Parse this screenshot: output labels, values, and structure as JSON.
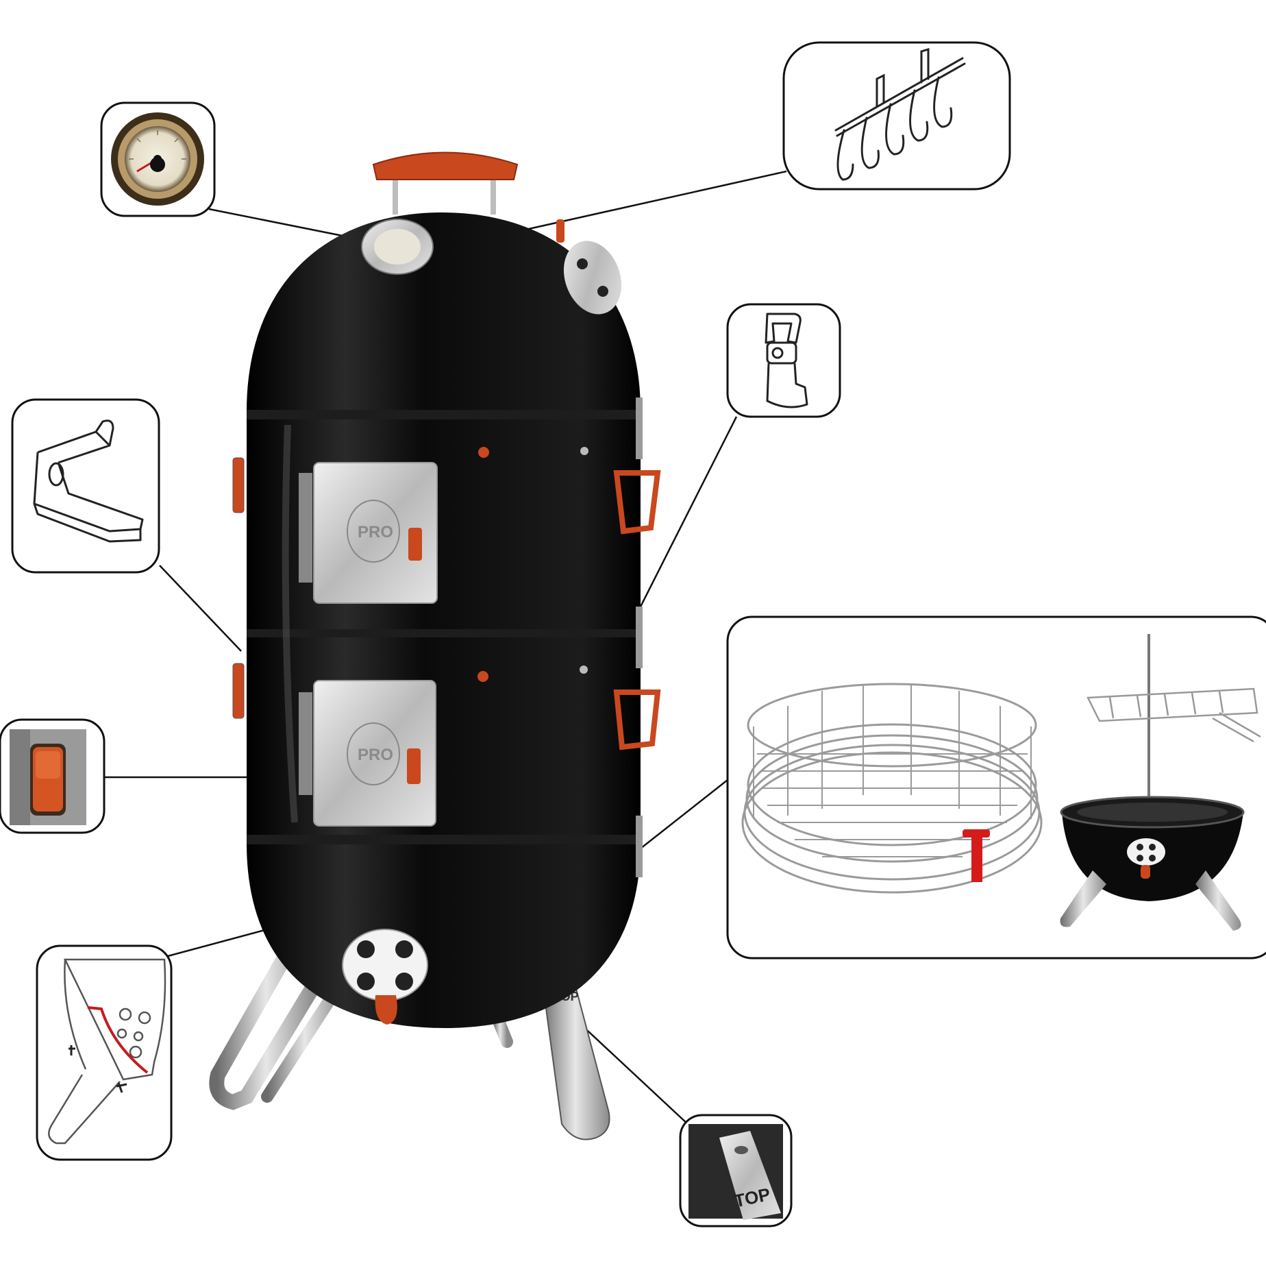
{
  "product": {
    "name": "",
    "badge_text": "PRO",
    "leg_stamp": "TOP",
    "colors": {
      "body": "#0b0b0b",
      "accent_orange": "#c9481e",
      "steel": "#c8c8c8",
      "outline": "#111111"
    }
  },
  "callouts": [
    {
      "id": "thermometer",
      "icon": "thermometer-icon"
    },
    {
      "id": "hook-rack",
      "icon": "hook-rack-icon"
    },
    {
      "id": "bracket",
      "icon": "bracket-icon"
    },
    {
      "id": "latch",
      "icon": "latch-icon"
    },
    {
      "id": "door-handle",
      "icon": "door-handle-icon"
    },
    {
      "id": "charcoal-basket",
      "icon": "charcoal-basket-icon"
    },
    {
      "id": "vent-cover",
      "icon": "vent-cover-icon"
    },
    {
      "id": "leg-top",
      "icon": "leg-top-icon",
      "label": "TOP"
    }
  ]
}
